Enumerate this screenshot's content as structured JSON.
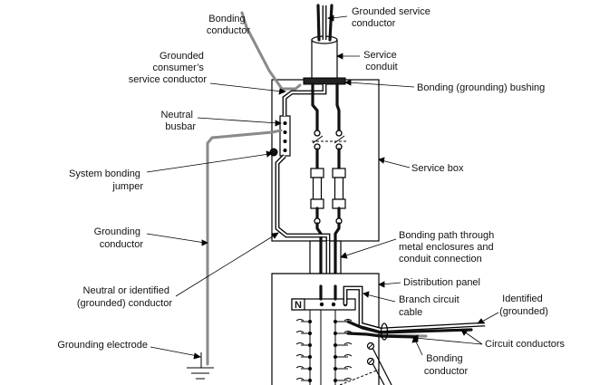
{
  "labels": {
    "grounded_service_conductor": [
      "Grounded service",
      "conductor"
    ],
    "bonding_conductor_top": [
      "Bonding",
      "conductor"
    ],
    "service_conduit": [
      "Service",
      "conduit"
    ],
    "grounded_consumer_service_conductor": [
      "Grounded",
      "consumer’s",
      "service conductor"
    ],
    "bonding_bushing": [
      "Bonding (grounding) bushing"
    ],
    "neutral_busbar": [
      "Neutral",
      "busbar"
    ],
    "service_box": [
      "Service box"
    ],
    "system_bonding_jumper": [
      "System bonding",
      "jumper"
    ],
    "grounding_conductor": [
      "Grounding",
      "conductor"
    ],
    "bonding_path": [
      "Bonding path through",
      "metal enclosures and",
      "conduit connection"
    ],
    "distribution_panel": [
      "Distribution panel"
    ],
    "neutral_identified": [
      "Neutral or identified",
      "(grounded) conductor"
    ],
    "branch_circuit_cable": [
      "Branch circuit",
      "cable"
    ],
    "identified_grounded": [
      "Identified",
      "(grounded)"
    ],
    "circuit_conductors": [
      "Circuit conductors"
    ],
    "grounding_electrode": [
      "Grounding electrode"
    ],
    "bonding_conductor_bottom": [
      "Bonding",
      "conductor"
    ],
    "neutral_bar_letter": "N"
  },
  "colors": {
    "line": "#000000",
    "ground_wire": "#8a8a8a",
    "background": "#ffffff"
  }
}
